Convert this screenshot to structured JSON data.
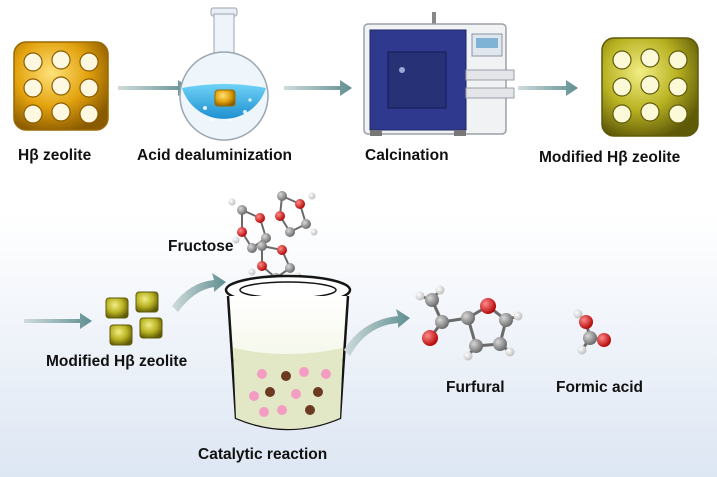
{
  "labels": {
    "hbeta_zeolite": "Hβ zeolite",
    "acid_dealuminization": "Acid dealuminization",
    "calcination": "Calcination",
    "modified_hbeta_top": "Modified Hβ zeolite",
    "fructose": "Fructose",
    "modified_hbeta_bottom": "Modified Hβ zeolite",
    "catalytic_reaction": "Catalytic reaction",
    "furfural": "Furfural",
    "formic_acid": "Formic acid"
  },
  "colors": {
    "zeolite_gold": "#e2a20d",
    "zeolite_olive": "#b8b222",
    "flask_liquid": "#33b7ea",
    "furnace_door": "#2f3a8f",
    "arrow": "#7aa0a2",
    "reactor_liquid": "#e2e8c6",
    "reactor_outline": "#151515",
    "dot_pink": "#f39cc4",
    "dot_brown": "#6b3a20",
    "atom_carbon": "#8a8a8a",
    "atom_oxygen": "#d82020",
    "atom_hydrogen": "#f4f4f4"
  },
  "icons": [
    "zeolite-framework",
    "round-bottom-flask",
    "muffle-furnace",
    "reaction-vial",
    "molecule-model"
  ]
}
